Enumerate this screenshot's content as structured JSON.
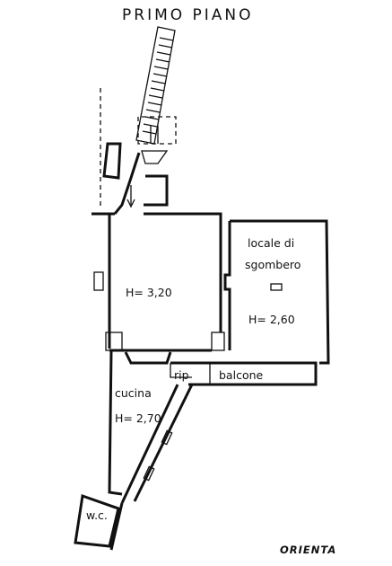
{
  "title": "PRIMO PIANO",
  "rooms": {
    "main_height": "H= 3,20",
    "storage_line1": "locale di",
    "storage_line2": "sgombero",
    "storage_height": "H= 2,60",
    "kitchen_name": "cucina",
    "kitchen_height": "H= 2,70",
    "landing": "rip",
    "balcony": "balcone",
    "wc": "w.c."
  },
  "orientation_label": "ORIENTA",
  "colors": {
    "ink": "#111111",
    "paper": "#ffffff"
  }
}
